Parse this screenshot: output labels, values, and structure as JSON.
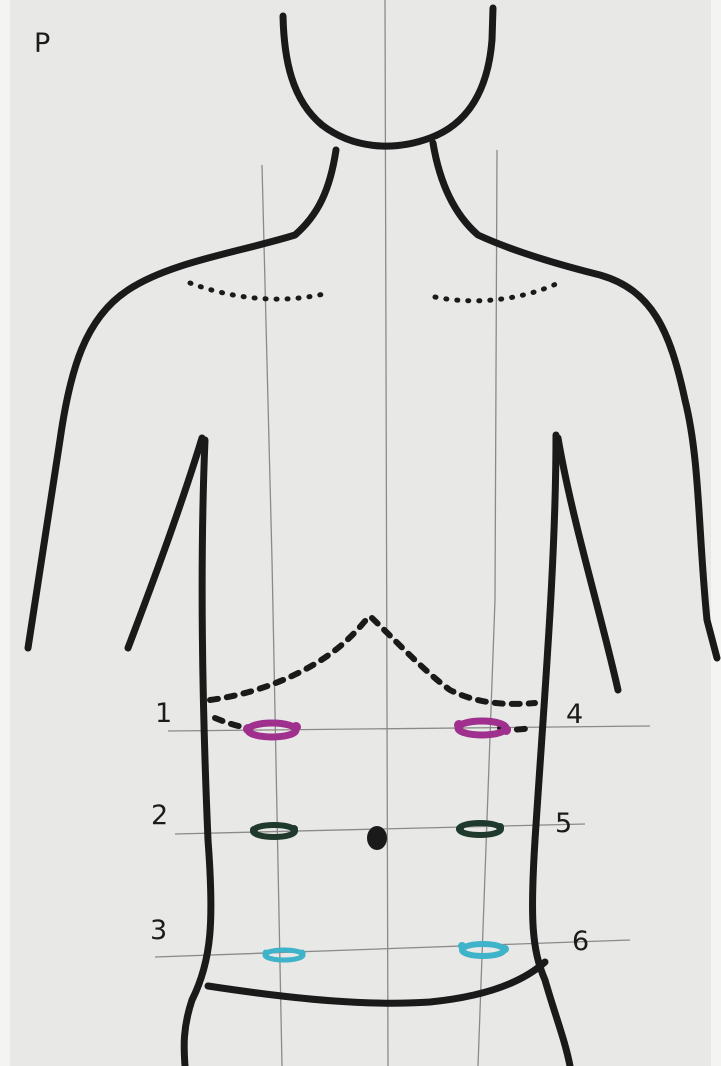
{
  "corner_label": "P",
  "markers": [
    {
      "number": "1",
      "color": "#a0308e"
    },
    {
      "number": "2",
      "color": "#1f3a2c"
    },
    {
      "number": "3",
      "color": "#3fb3c9"
    },
    {
      "number": "4",
      "color": "#a0308e"
    },
    {
      "number": "5",
      "color": "#1f3a2c"
    },
    {
      "number": "6",
      "color": "#3fb3c9"
    }
  ],
  "colors": {
    "paper": "#e8e8e6",
    "outline": "#1a1a1a",
    "guide_line": "#8a8a8a"
  }
}
